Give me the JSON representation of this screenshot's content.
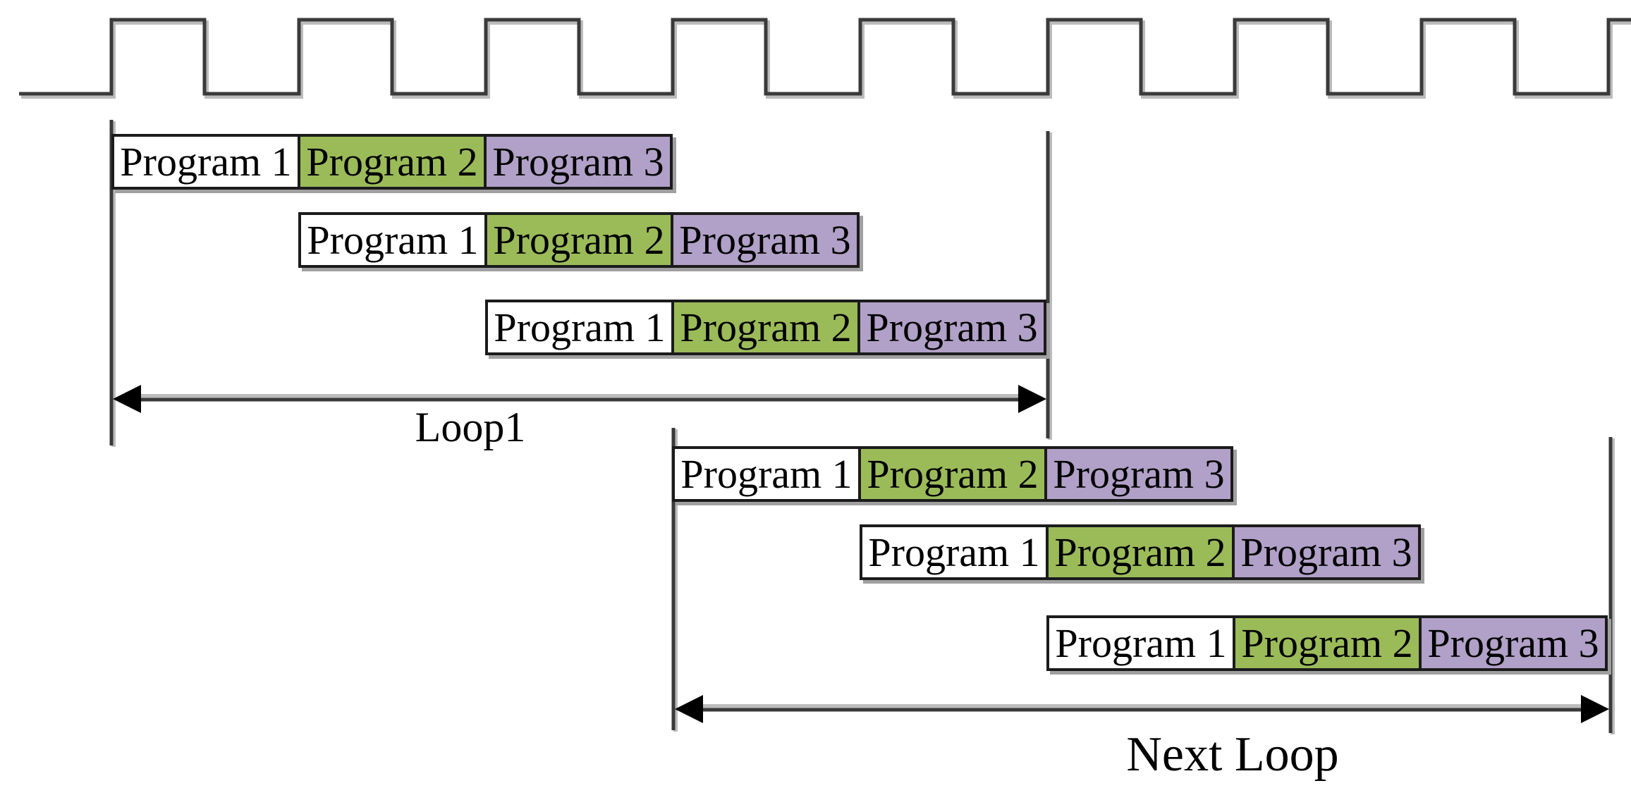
{
  "clock": {
    "description": "square-wave clock signal",
    "pulses_visible": 9
  },
  "rows": [
    {
      "segments": [
        {
          "label": "Program 1"
        },
        {
          "label": "Program 2"
        },
        {
          "label": "Program 3"
        }
      ]
    },
    {
      "segments": [
        {
          "label": "Program 1"
        },
        {
          "label": "Program 2"
        },
        {
          "label": "Program 3"
        }
      ]
    },
    {
      "segments": [
        {
          "label": "Program 1"
        },
        {
          "label": "Program 2"
        },
        {
          "label": "Program 3"
        }
      ]
    },
    {
      "segments": [
        {
          "label": "Program 1"
        },
        {
          "label": "Program 2"
        },
        {
          "label": "Program 3"
        }
      ]
    },
    {
      "segments": [
        {
          "label": "Program 1"
        },
        {
          "label": "Program 2"
        },
        {
          "label": "Program 3"
        }
      ]
    },
    {
      "segments": [
        {
          "label": "Program 1"
        },
        {
          "label": "Program 2"
        },
        {
          "label": "Program 3"
        }
      ]
    }
  ],
  "loops": [
    {
      "label": "Loop1"
    },
    {
      "label": "Next Loop"
    }
  ],
  "colors": {
    "program1_fill": "#ffffff",
    "program2_fill": "#9bbb59",
    "program3_fill": "#b1a0c7",
    "box_border": "#1b1b1b",
    "line_main": "#3a3a3a",
    "line_light": "#bcbcbc",
    "arrowhead": "#000000",
    "shadow": "#a0a0a0",
    "text": "#000000"
  }
}
